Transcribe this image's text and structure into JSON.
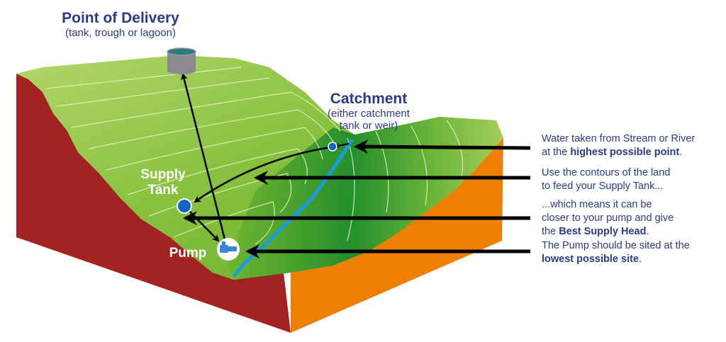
{
  "labels": {
    "point_of_delivery": {
      "title": "Point of Delivery",
      "subtitle": "(tank, trough or lagoon)"
    },
    "catchment": {
      "title": "Catchment",
      "subtitle_line1": "(either catchment",
      "subtitle_line2": "tank or weir)"
    },
    "supply_tank": {
      "line1": "Supply",
      "line2": "Tank"
    },
    "pump": "Pump"
  },
  "notes": [
    {
      "line1": "Water taken from Stream or River",
      "line2_prefix": "at the ",
      "line2_bold": "highest possible point",
      "line2_suffix": "."
    },
    {
      "line1": "Use the contours of the land",
      "line2": "to feed your Supply Tank..."
    },
    {
      "line1": "...which means it can be",
      "line2": "closer to your pump and give",
      "line3_prefix": "the ",
      "line3_bold": "Best Supply Head",
      "line3_suffix": "."
    },
    {
      "line1": "The Pump should be sited at the",
      "line2_bold": "lowest possible site",
      "line2_suffix": "."
    }
  ],
  "icons": {
    "delivery_tank": "cylinder-tank-icon",
    "catchment_point": "circle-dot-icon",
    "supply_tank": "circle-dot-icon",
    "pump": "pump-icon"
  },
  "colors": {
    "text": "#2b3a8c",
    "cliff_left": "#a32222",
    "cliff_front": "#ef7f00",
    "grass_light": "#a9cf5d",
    "grass_mid": "#6fb52f",
    "grass_dark": "#1b8a2a",
    "stream": "#1a9be0",
    "marker": "#1565c0",
    "arrow": "#000000",
    "tank_body": "#8a8a90",
    "tank_water": "#2c7a80"
  }
}
